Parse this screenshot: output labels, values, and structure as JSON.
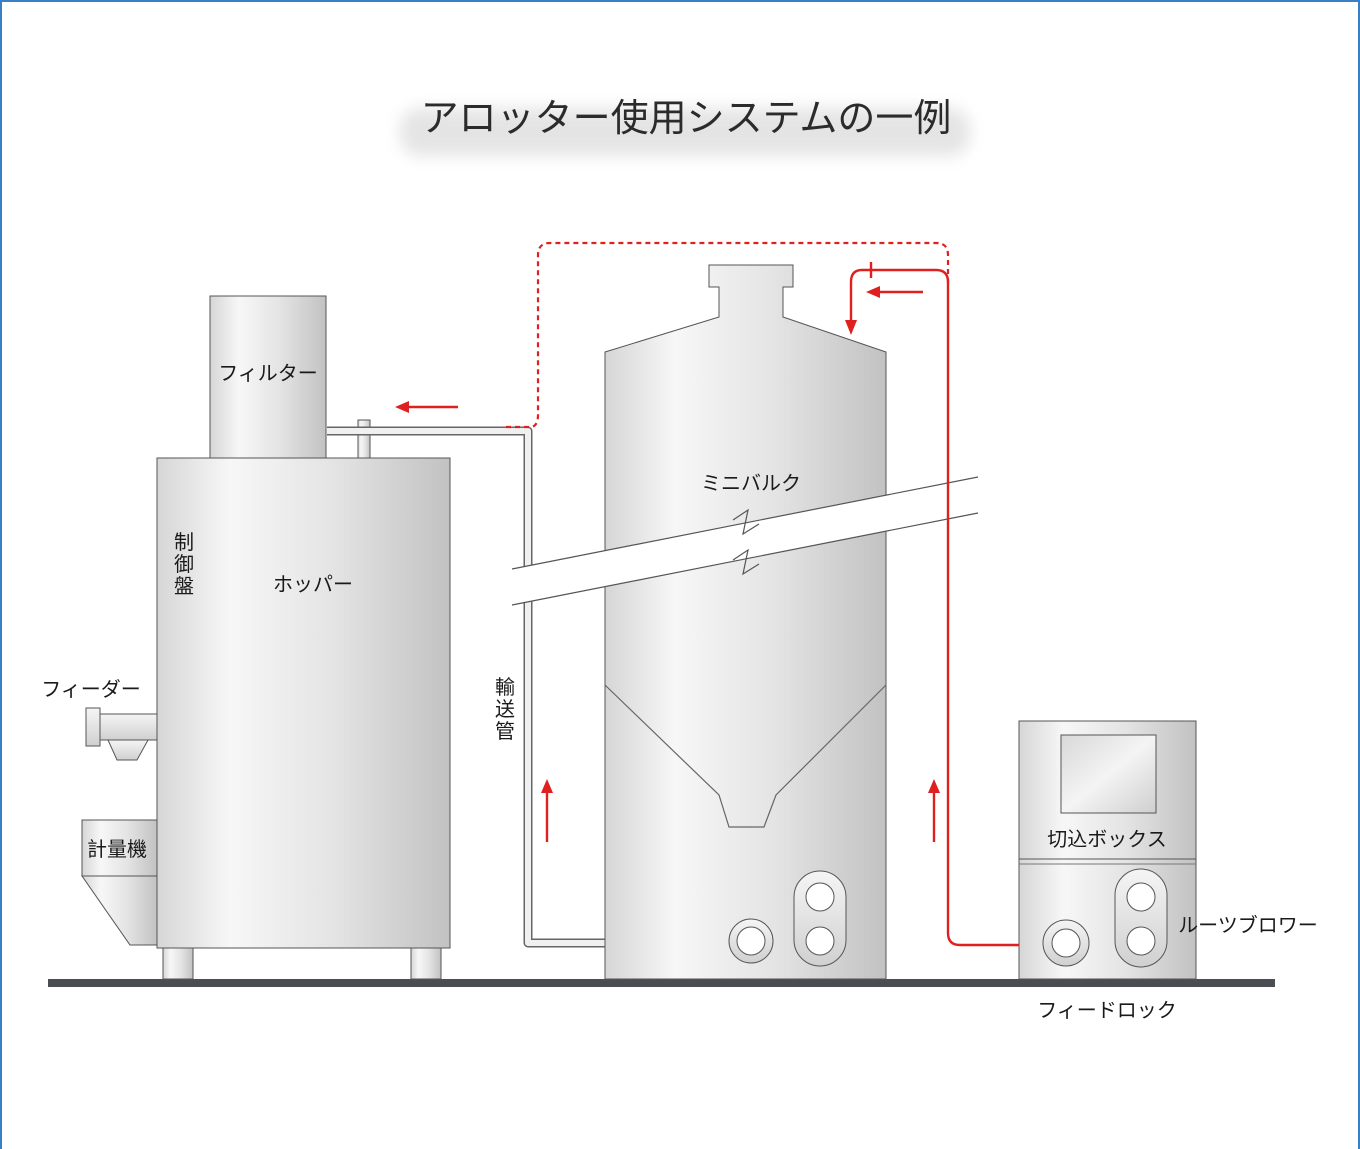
{
  "title": "アロッター使用システムの一例",
  "colors": {
    "frame": "#3a7fc1",
    "flow": "#e02020",
    "floor": "#4a4d52",
    "metal_light": "#f2f2f2",
    "metal_dark": "#c4c4c4",
    "outline": "#555555"
  },
  "labels": {
    "filter": "フィルター",
    "control_panel": [
      "制",
      "御",
      "盤"
    ],
    "hopper": "ホッパー",
    "feeder": "フィーダー",
    "scale": "計量機",
    "transport_pipe": [
      "輸",
      "送",
      "管"
    ],
    "mini_bulk": "ミニバルク",
    "cutoff_box": "切込ボックス",
    "roots_blower": "ルーツブロワー",
    "feed_lock": "フィードロック"
  },
  "icons": {
    "flow_arrow": "red-arrow-icon"
  }
}
